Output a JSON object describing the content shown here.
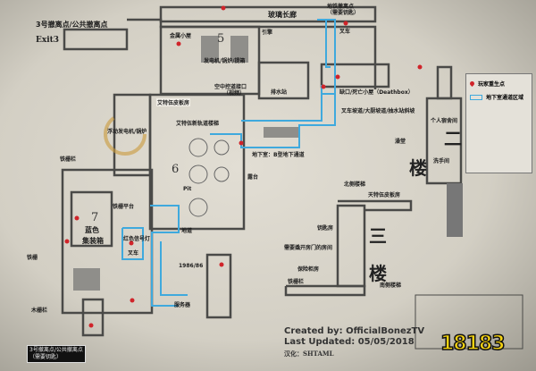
{
  "colors": {
    "paper": "#d8d4c8",
    "wall": "#4a4a48",
    "basement_path": "#3fa9dd",
    "spawn": "#d0242a",
    "logo": "#f5d211"
  },
  "legend": {
    "spawn": "玩家重生点",
    "basement": "地下室通道区域",
    "spawn_icon": "map-pin-icon"
  },
  "exits": {
    "exit3_title": "3号撤离点/公共撤离点",
    "exit3": "Exit3",
    "bottom_exit_line1": "3号撤离点/公共撤离点",
    "bottom_exit_line2": "（需要钥匙）",
    "subway_exit_line1": "地铁撤离点",
    "subway_exit_line2": "（需要钥匙）"
  },
  "rooms": {
    "glass_corridor": "玻璃长廊",
    "forklift_top": "叉车",
    "metal_hut": "金属小屋",
    "zone5": "5",
    "generator": "发电机/锅炉/提箱",
    "engine": "引擎",
    "air_duct_line1": "空中控道接口",
    "air_duct_line2": "（视频）",
    "drain_station": "排水站",
    "deathbox": "缺口/死亡小屋（Deathbox）",
    "ramps": "叉车坡道/大厨坡道/抽水站斜坡",
    "basement_b": "地下室：B型地下通道",
    "atwood_room": "艾特伍皮板房",
    "atwood_stairs": "艾特伍新轨道楼梯",
    "floating_gen": "浮动发电机/锅炉",
    "iron_fence_top": "铁栅栏",
    "zone6": "6",
    "pit": "Pit",
    "terrace": "露台",
    "zone7": "7",
    "blue": "蓝色",
    "container": "集装箱",
    "grate_platform": "铁栅平台",
    "red_light": "红色信号灯",
    "forklift_mid": "叉车",
    "fence_left": "铁栅",
    "tunnel": "地道",
    "year": "1986/86",
    "server": "服务器",
    "wood_fence": "木栅栏"
  },
  "floor2": {
    "char1": "二",
    "char2": "楼",
    "dorm": "个人宿舍间",
    "bath": "澡堂",
    "washroom": "洗手间"
  },
  "floor3": {
    "char1": "三",
    "char2": "楼",
    "north_stairs": "北侧楼梯",
    "atwood": "天特伍皮板房",
    "key_room": "钥匙房",
    "pry_room": "需要撬开房门的房间",
    "safe_room": "保险柜房",
    "iron_fence": "铁栅栏",
    "south_stairs": "南侧楼梯"
  },
  "credits": {
    "created": "Created by: OfficialBonezTV",
    "updated": "Last Updated: 05/05/2018",
    "translated": "汉化：SHTAML"
  },
  "logo": {
    "text": "18183"
  }
}
